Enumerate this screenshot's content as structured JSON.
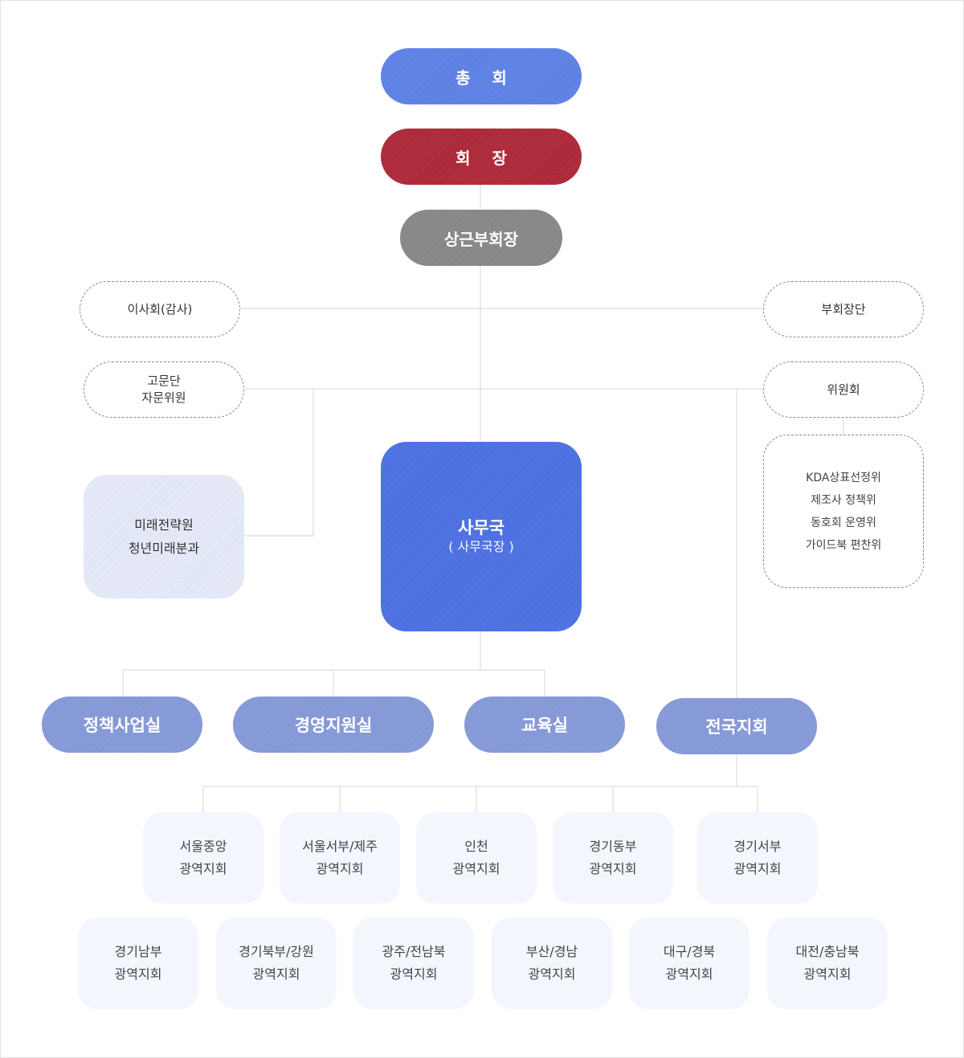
{
  "chart": {
    "general_assembly": "총 회",
    "president": "회 장",
    "standing_vp": "상근부회장",
    "board": "이사회(감사)",
    "vice_presidents": "부회장단",
    "advisors": {
      "line1": "고문단",
      "line2": "자문위원"
    },
    "committee": "위원회",
    "committee_items": [
      "KDA상표선정위",
      "제조사 정책위",
      "동호회 운영위",
      "가이드북 편찬위"
    ],
    "future": {
      "line1": "미래전략원",
      "line2": "청년미래분과"
    },
    "secretariat": {
      "title": "사무국",
      "subtitle": "( 사무국장 )"
    },
    "departments": [
      "정책사업실",
      "경영지원실",
      "교육실"
    ],
    "national_branches": "전국지회",
    "branches_row1": [
      {
        "line1": "서울중앙",
        "line2": "광역지회"
      },
      {
        "line1": "서울서부/제주",
        "line2": "광역지회"
      },
      {
        "line1": "인천",
        "line2": "광역지회"
      },
      {
        "line1": "경기동부",
        "line2": "광역지회"
      },
      {
        "line1": "경기서부",
        "line2": "광역지회"
      }
    ],
    "branches_row2": [
      {
        "line1": "경기남부",
        "line2": "광역지회"
      },
      {
        "line1": "경기북부/강원",
        "line2": "광역지회"
      },
      {
        "line1": "광주/전남북",
        "line2": "광역지회"
      },
      {
        "line1": "부산/경남",
        "line2": "광역지회"
      },
      {
        "line1": "대구/경북",
        "line2": "광역지회"
      },
      {
        "line1": "대전/충남북",
        "line2": "광역지회"
      }
    ]
  },
  "colors": {
    "general_assembly": "#5b7fe3",
    "president": "#ab2636",
    "standing_vp": "#858585",
    "secretariat": "#4a6ee0",
    "department": "#8397d6",
    "branch_bg": "#f3f6fd",
    "future_bg": "#dde3f5",
    "connector": "#d4d4d4"
  }
}
